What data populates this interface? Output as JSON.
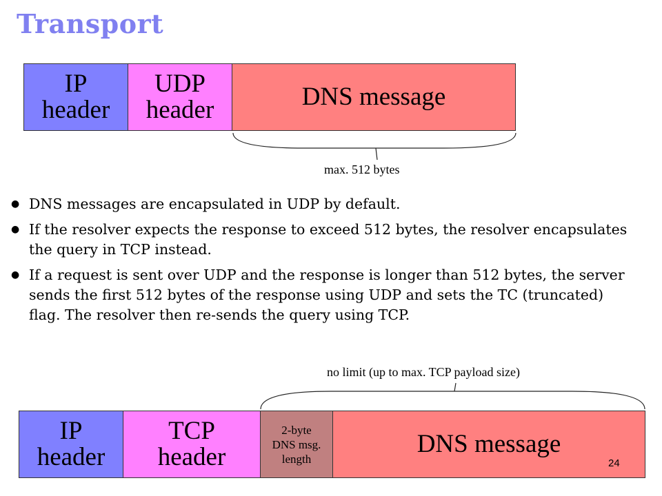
{
  "slide": {
    "title": "Transport",
    "page_number": "24"
  },
  "udp_diagram": {
    "ip_header": [
      "IP",
      "header"
    ],
    "udp_header": [
      "UDP",
      "header"
    ],
    "dns_message": "DNS message",
    "brace_label": "max. 512 bytes",
    "colors": {
      "ip": "#8080ff",
      "udp": "#ff80ff",
      "dns": "#ff8080"
    }
  },
  "bullets": [
    "DNS messages are encapsulated in UDP by default.",
    "If the resolver expects the response to exceed 512 bytes, the resolver encapsulates the query in TCP instead.",
    "If a request is sent over UDP and the response is longer than 512 bytes, the server sends the first 512 bytes of the response using UDP and sets the TC (truncated) flag.  The resolver then re-sends the query using TCP."
  ],
  "tcp_diagram": {
    "ip_header": [
      "IP",
      "header"
    ],
    "tcp_header": [
      "TCP",
      "header"
    ],
    "length_field": [
      "2-byte",
      "DNS msg.",
      "length"
    ],
    "dns_message": "DNS message",
    "brace_label": "no limit (up to max. TCP payload size)",
    "colors": {
      "ip": "#8080ff",
      "tcp": "#ff80ff",
      "length": "#c08080",
      "dns": "#ff8080"
    }
  }
}
